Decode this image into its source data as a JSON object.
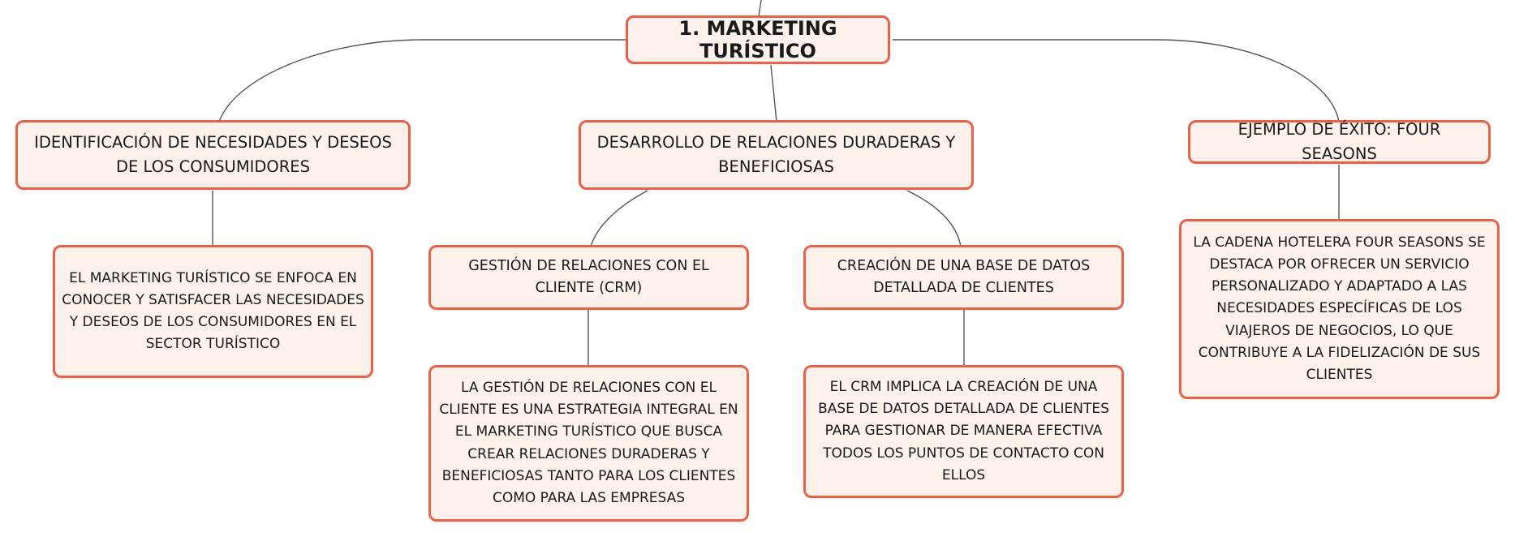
{
  "colors": {
    "node_border": "#e8624a",
    "node_fill": "#fdf1ec",
    "text": "#1a1a1a",
    "connector": "#555555"
  },
  "nodes": {
    "root": "1. MARKETING TURÍSTICO",
    "identificacion": "IDENTIFICACIÓN DE NECESIDADES Y DESEOS DE LOS CONSUMIDORES",
    "identificacion_detail": "EL MARKETING TURÍSTICO SE ENFOCA EN CONOCER Y SATISFACER LAS NECESIDADES Y DESEOS DE LOS CONSUMIDORES EN EL SECTOR TURÍSTICO",
    "desarrollo": "DESARROLLO DE RELACIONES DURADERAS Y BENEFICIOSAS",
    "crm": "GESTIÓN DE RELACIONES CON EL CLIENTE (CRM)",
    "crm_detail": "LA GESTIÓN DE RELACIONES CON EL CLIENTE ES UNA ESTRATEGIA INTEGRAL EN EL MARKETING TURÍSTICO QUE BUSCA CREAR RELACIONES DURADERAS Y BENEFICIOSAS TANTO PARA LOS CLIENTES COMO PARA LAS EMPRESAS",
    "base_datos": "CREACIÓN DE UNA BASE DE DATOS DETALLADA DE CLIENTES",
    "base_datos_detail": "EL CRM IMPLICA LA CREACIÓN DE UNA BASE DE DATOS DETALLADA DE CLIENTES PARA GESTIONAR DE MANERA EFECTIVA TODOS LOS PUNTOS DE CONTACTO CON ELLOS",
    "ejemplo": "EJEMPLO DE ÉXITO: FOUR SEASONS",
    "ejemplo_detail": "LA CADENA HOTELERA FOUR SEASONS SE DESTACA POR OFRECER UN SERVICIO PERSONALIZADO Y ADAPTADO A LAS NECESIDADES ESPECÍFICAS DE LOS VIAJEROS DE NEGOCIOS, LO QUE CONTRIBUYE A LA FIDELIZACIÓN DE SUS CLIENTES"
  }
}
